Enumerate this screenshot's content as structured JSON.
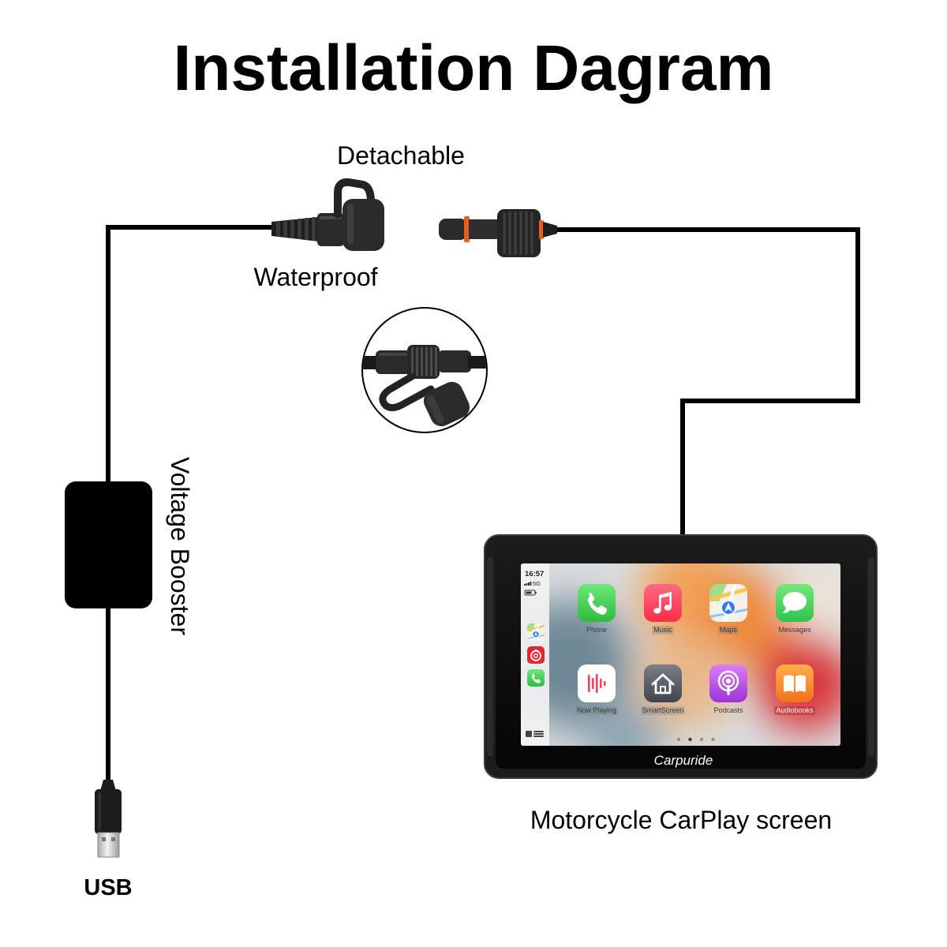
{
  "title": "Installation Dagram",
  "labels": {
    "detachable": "Detachable",
    "waterproof": "Waterproof",
    "voltage_booster": "Voltage Booster",
    "usb": "USB",
    "screen_caption": "Motorcycle CarPlay screen"
  },
  "colors": {
    "background": "#ffffff",
    "wire": "#000000",
    "booster": "#000000",
    "connector": "#2a2a2a",
    "o_ring": "#e2611c",
    "device_body": "#1c1c1c"
  },
  "screen": {
    "brand": "Carpuride",
    "status_bar": {
      "time": "16:57",
      "network": "5G"
    },
    "dock": [
      {
        "icon": "maps-icon"
      },
      {
        "icon": "netease-cloud-music-icon"
      },
      {
        "icon": "phone-icon"
      }
    ],
    "apps": [
      {
        "label": "Phone",
        "icon": "phone-icon",
        "color": "#2dbb3f"
      },
      {
        "label": "Music",
        "icon": "music-note-icon",
        "color": "#fa2d48"
      },
      {
        "label": "Maps",
        "icon": "maps-icon",
        "color": "#2f7cf6"
      },
      {
        "label": "Messages",
        "icon": "message-bubble-icon",
        "color": "#2ec44c"
      },
      {
        "label": "Now Playing",
        "icon": "waveform-icon",
        "color": "#f5435f"
      },
      {
        "label": "SmartScreen",
        "icon": "house-icon",
        "color": "#40454c"
      },
      {
        "label": "Podcasts",
        "icon": "podcast-icon",
        "color": "#9a35d6"
      },
      {
        "label": "Audiobooks",
        "icon": "open-book-icon",
        "color": "#f3701e"
      }
    ],
    "page_indicator": {
      "pages": 4,
      "current": 2
    }
  }
}
